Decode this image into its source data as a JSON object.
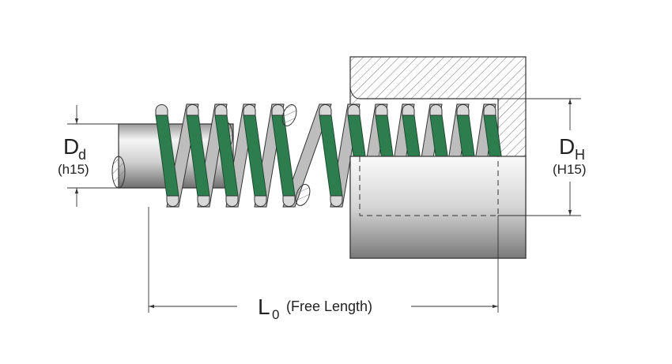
{
  "labels": {
    "rod_diameter_main": "D",
    "rod_diameter_sub": "d",
    "rod_tolerance": "(h15)",
    "hole_diameter_main": "D",
    "hole_diameter_sub": "H",
    "hole_tolerance": "(H15)",
    "length_main": "L",
    "length_sub": "0",
    "length_desc": "(Free Length)"
  },
  "colors": {
    "spring": "#2e7d4f",
    "spring_edge": "#1e4d33",
    "metal_light": "#f2f2f2",
    "metal_dark": "#8a8a8a",
    "line": "#333333"
  }
}
